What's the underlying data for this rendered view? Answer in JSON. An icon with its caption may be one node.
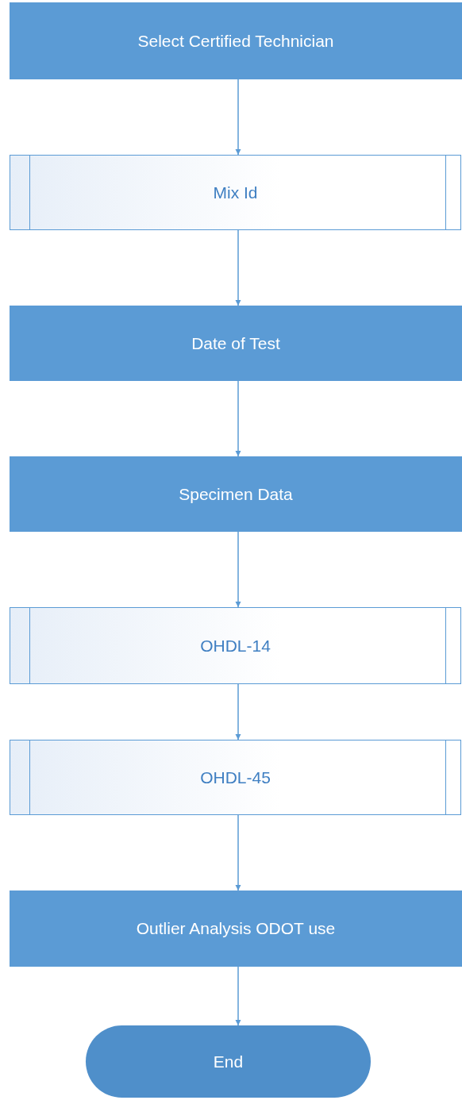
{
  "diagram": {
    "nodes": [
      {
        "text": [
          "Select Certified Technician"
        ]
      },
      {
        "text": [
          "Mix Id"
        ]
      },
      {
        "text": [
          "Date of Test"
        ]
      },
      {
        "text": [
          "Specimen Data"
        ]
      },
      {
        "text": [
          "OHDL-14"
        ]
      },
      {
        "text": [
          "OHDL-45"
        ]
      },
      {
        "text": [
          "Outlier Analysis ODOT use"
        ]
      },
      {
        "text": [
          "End"
        ]
      }
    ],
    "edges": [
      {
        "from": 0,
        "to": 1,
        "arrow": "to"
      },
      {
        "from": 1,
        "to": 2,
        "arrow": "to"
      },
      {
        "from": 2,
        "to": 3,
        "arrow": "to"
      },
      {
        "from": 3,
        "to": 4,
        "arrow": "to"
      },
      {
        "from": 4,
        "to": 5,
        "arrow": "to"
      },
      {
        "from": 5,
        "to": 6,
        "arrow": "to"
      },
      {
        "from": 6,
        "to": 7,
        "arrow": "to"
      }
    ]
  }
}
